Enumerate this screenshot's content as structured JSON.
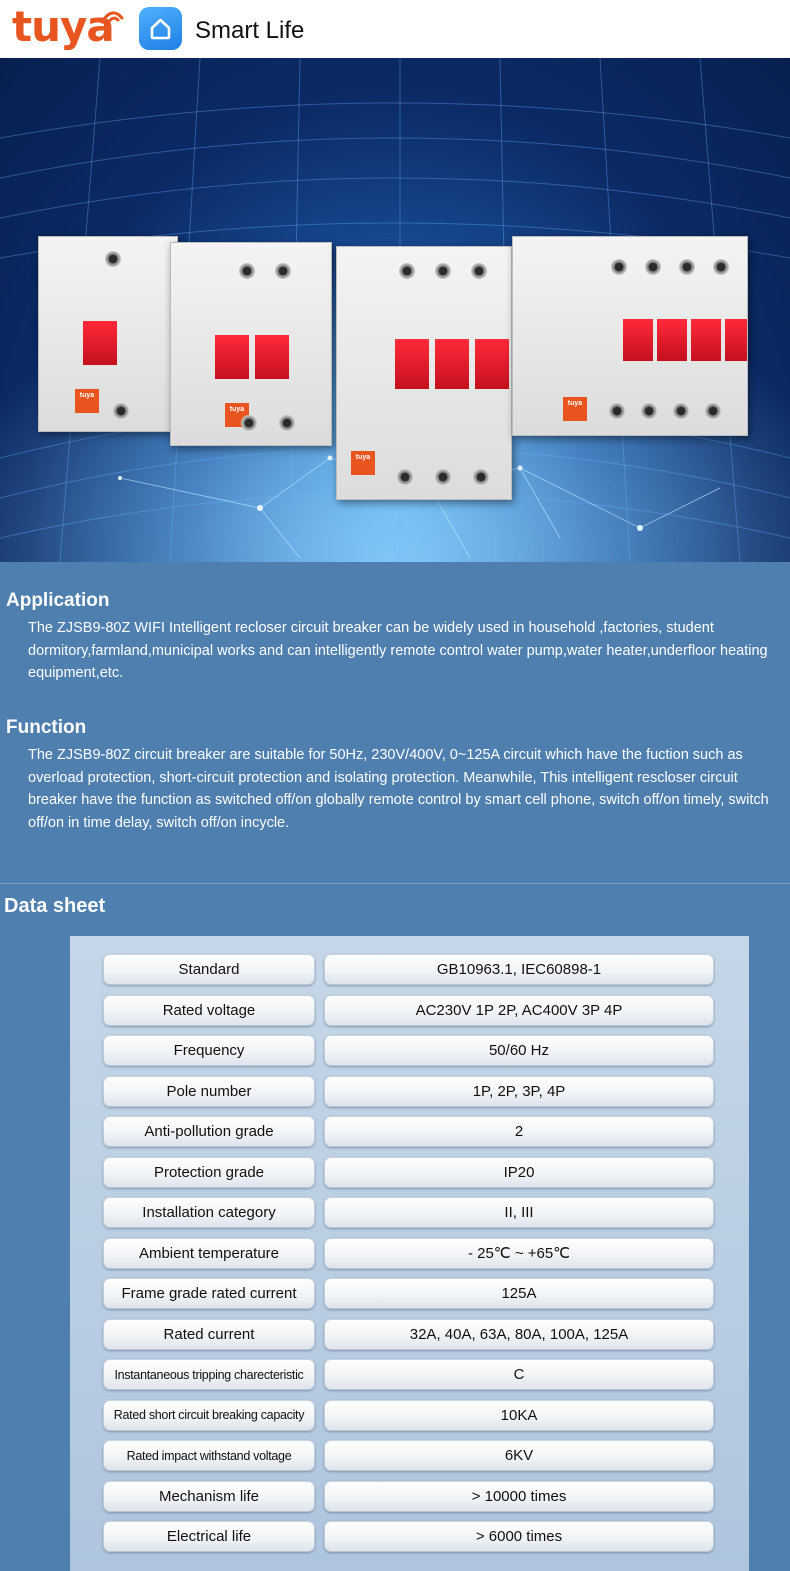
{
  "header": {
    "brand": "tuya",
    "app_name": "Smart Life",
    "app_icon": "smart-life-house-icon"
  },
  "colors": {
    "brand": "#e8551f",
    "background": "#4f7fae",
    "handle": "#e11d2a"
  },
  "hero": {
    "tag_text": "tuya"
  },
  "application": {
    "title": "Application",
    "body": "The ZJSB9-80Z WIFI Intelligent recloser circuit breaker can be widely used in household ,factories, student dormitory,farmland,municipal works and can intelligently remote control water pump,water heater,underfloor heating equipment,etc."
  },
  "function": {
    "title": "Function",
    "body": "The ZJSB9-80Z circuit breaker are suitable for 50Hz, 230V/400V, 0~125A circuit which have the fuction such as overload protection, short-circuit protection and isolating protection. Meanwhile, This intelligent rescloser circuit breaker have the function as switched off/on globally remote control by smart cell phone, switch off/on timely, switch off/on in time delay, switch off/on incycle."
  },
  "datasheet": {
    "title": "Data sheet",
    "rows": [
      {
        "label": "Standard",
        "value": "GB10963.1, IEC60898-1"
      },
      {
        "label": "Rated voltage",
        "value": "AC230V 1P 2P, AC400V 3P 4P"
      },
      {
        "label": "Frequency",
        "value": "50/60 Hz"
      },
      {
        "label": "Pole number",
        "value": "1P, 2P, 3P, 4P"
      },
      {
        "label": "Anti-pollution grade",
        "value": "2"
      },
      {
        "label": "Protection grade",
        "value": "IP20"
      },
      {
        "label": "Installation category",
        "value": "II, III"
      },
      {
        "label": "Ambient temperature",
        "value": "- 25℃ ~ +65℃"
      },
      {
        "label": "Frame grade rated current",
        "value": "125A"
      },
      {
        "label": "Rated current",
        "value": "32A, 40A, 63A, 80A, 100A, 125A"
      },
      {
        "label": "Instantaneous tripping charecteristic",
        "value": "C"
      },
      {
        "label": "Rated short circuit breaking capacity",
        "value": "10KA"
      },
      {
        "label": "Rated impact withstand voltage",
        "value": "6KV"
      },
      {
        "label": "Mechanism life",
        "value": "> 10000 times"
      },
      {
        "label": "Electrical life",
        "value": "> 6000 times"
      }
    ]
  }
}
